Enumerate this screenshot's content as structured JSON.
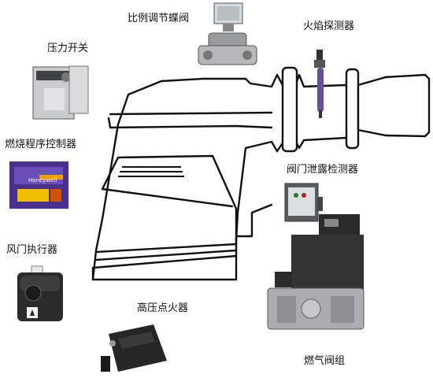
{
  "labels": {
    "butterfly_valve": "比例调节蝶阀",
    "flame_detector": "火焰探测器",
    "pressure_switch": "压力开关",
    "burner_controller": "燃烧程序控制器",
    "valve_leak_tester": "阀门泄露检测器",
    "damper_actuator": "风门执行器",
    "ignition_transformer": "高压点火器",
    "gas_valve_train": "燃气阀组"
  },
  "controller_brand": "Honeywell"
}
